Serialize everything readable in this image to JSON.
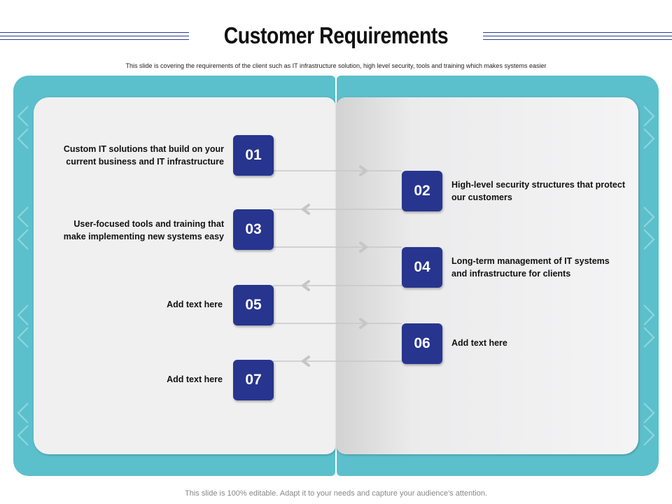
{
  "header": {
    "title": "Customer Requirements",
    "subtitle": "This slide is covering the requirements of the client such as IT infrastructure solution, high level security, tools and training which makes systems easier"
  },
  "steps": [
    {
      "number": "01",
      "text": "Custom IT solutions that build on your current business and IT infrastructure"
    },
    {
      "number": "02",
      "text": "High-level security structures that protect our customers"
    },
    {
      "number": "03",
      "text": "User-focused tools and training that make implementing new systems easy"
    },
    {
      "number": "04",
      "text": "Long-term management of IT systems and infrastructure for clients"
    },
    {
      "number": "05",
      "text": "Add text here"
    },
    {
      "number": "06",
      "text": "Add text here"
    },
    {
      "number": "07",
      "text": "Add text here"
    }
  ],
  "footer": {
    "text": "This slide is 100% editable. Adapt it to your needs and capture your audience's attention."
  },
  "colors": {
    "accent": "#27358f",
    "book_cover": "#5bc0cc",
    "page": "#f0f0f1",
    "connector": "#c8c8c8"
  }
}
